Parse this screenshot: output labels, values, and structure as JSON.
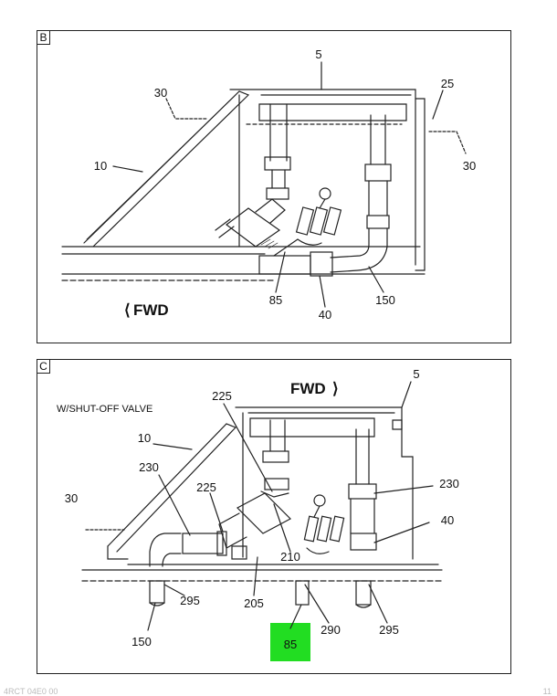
{
  "panel_b": {
    "letter": "B",
    "fwd": "FWD",
    "callouts": {
      "c5": "5",
      "c25": "25",
      "c30a": "30",
      "c30b": "30",
      "c10": "10",
      "c85": "85",
      "c40": "40",
      "c150": "150"
    }
  },
  "panel_c": {
    "letter": "C",
    "fwd": "FWD",
    "note": "W/SHUT-OFF VALVE",
    "callouts": {
      "c5": "5",
      "c225a": "225",
      "c10": "10",
      "c230a": "230",
      "c225b": "225",
      "c30": "30",
      "c230b": "230",
      "c40": "40",
      "c210": "210",
      "c205": "205",
      "c150": "150",
      "c295a": "295",
      "c290": "290",
      "c295b": "295",
      "c85": "85"
    },
    "highlight_color": "#22dd22"
  },
  "footer": {
    "left": "4RCT 04E0 00",
    "right": "11"
  }
}
